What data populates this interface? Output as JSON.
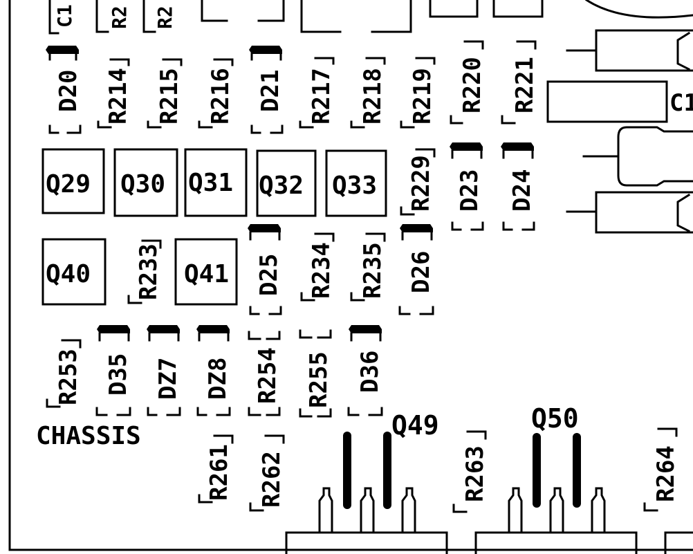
{
  "components": {
    "c_partial": "C1",
    "r_top1": "R2",
    "r_top2": "R2",
    "c_right": "C1",
    "d20": "D20",
    "r214": "R214",
    "r215": "R215",
    "r216": "R216",
    "d21": "D21",
    "r217": "R217",
    "r218": "R218",
    "r219": "R219",
    "r220": "R220",
    "r221": "R221",
    "q29": "Q29",
    "q30": "Q30",
    "q31": "Q31",
    "q32": "Q32",
    "q33": "Q33",
    "r229": "R229",
    "d23": "D23",
    "d24": "D24",
    "q40": "Q40",
    "r233": "R233",
    "q41": "Q41",
    "d25": "D25",
    "r234": "R234",
    "r235": "R235",
    "d26": "D26",
    "r253": "R253",
    "d35": "D35",
    "dz7": "DZ7",
    "dz8": "DZ8",
    "r254": "R254",
    "r255": "R255",
    "d36": "D36",
    "chassis": "CHASSIS",
    "q49": "Q49",
    "q50": "Q50",
    "r261": "R261",
    "r262": "R262",
    "r263": "R263",
    "r264": "R264"
  }
}
